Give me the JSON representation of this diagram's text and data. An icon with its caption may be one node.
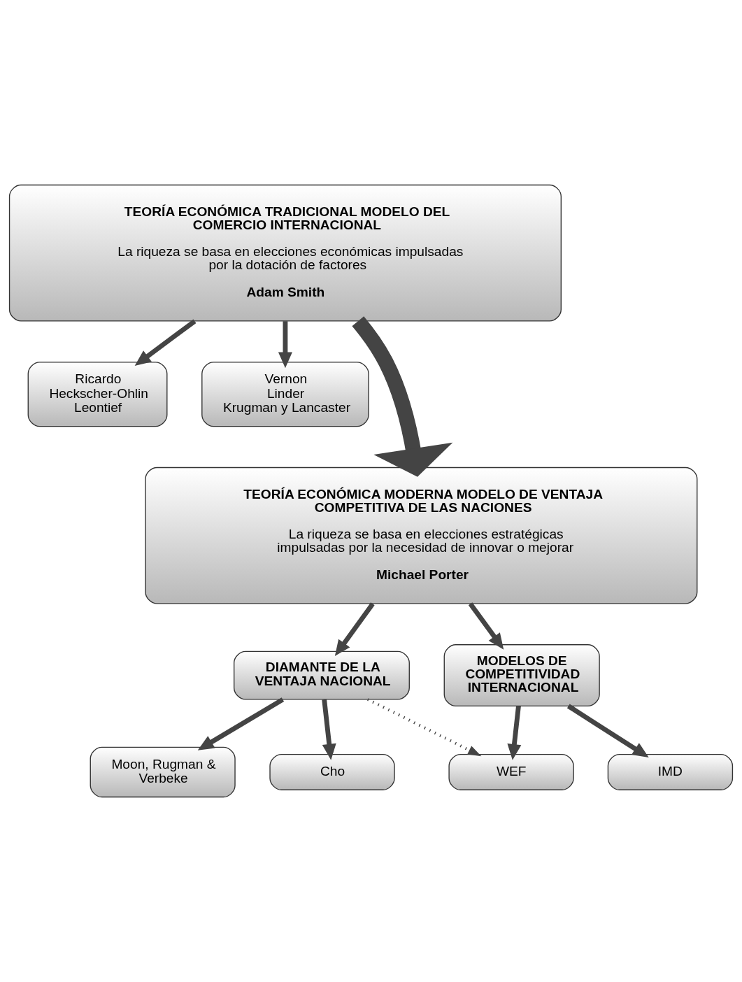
{
  "diagram": {
    "nodes": [
      {
        "text": [
          "TEORÍA ECONÓMICA TRADICIONAL MODELO DEL COMERCIO INTERNACIONAL",
          "La riqueza se basa en elecciones económicas impulsadas por la dotación de factores",
          "Adam Smith"
        ]
      },
      {
        "text": [
          "Ricardo",
          "Heckscher-Ohlin",
          "Leontief"
        ]
      },
      {
        "text": [
          "Vernon",
          "Linder",
          "Krugman y Lancaster"
        ]
      },
      {
        "text": [
          "TEORÍA ECONÓMICA MODERNA MODELO DE VENTAJA COMPETITIVA DE LAS NACIONES",
          "La riqueza se basa en elecciones estratégicas impulsadas por la necesidad de innovar o mejorar",
          "Michael Porter"
        ]
      },
      {
        "text": [
          "DIAMANTE DE LA VENTAJA NACIONAL"
        ]
      },
      {
        "text": [
          "MODELOS DE COMPETITIVIDAD INTERNACIONAL"
        ]
      },
      {
        "text": [
          "Moon, Rugman & Verbeke"
        ]
      },
      {
        "text": [
          "Cho"
        ]
      },
      {
        "text": [
          "WEF"
        ]
      },
      {
        "text": [
          "IMD"
        ]
      }
    ],
    "edges": [
      {
        "from": 0,
        "to": 1,
        "arrow": "to"
      },
      {
        "from": 0,
        "to": 3,
        "arrow": "to",
        "style": "thick"
      },
      {
        "from": 0,
        "to": 2,
        "arrow": "to"
      },
      {
        "from": 3,
        "to": 4,
        "arrow": "to"
      },
      {
        "from": 3,
        "to": 5,
        "arrow": "to"
      },
      {
        "from": 4,
        "to": 6,
        "arrow": "to"
      },
      {
        "from": 4,
        "to": 7,
        "arrow": "to"
      },
      {
        "from": 4,
        "to": 8,
        "arrow": "to",
        "style": "dashed"
      },
      {
        "from": 5,
        "to": 8,
        "arrow": "to"
      },
      {
        "from": 5,
        "to": 9,
        "arrow": "to"
      }
    ]
  }
}
